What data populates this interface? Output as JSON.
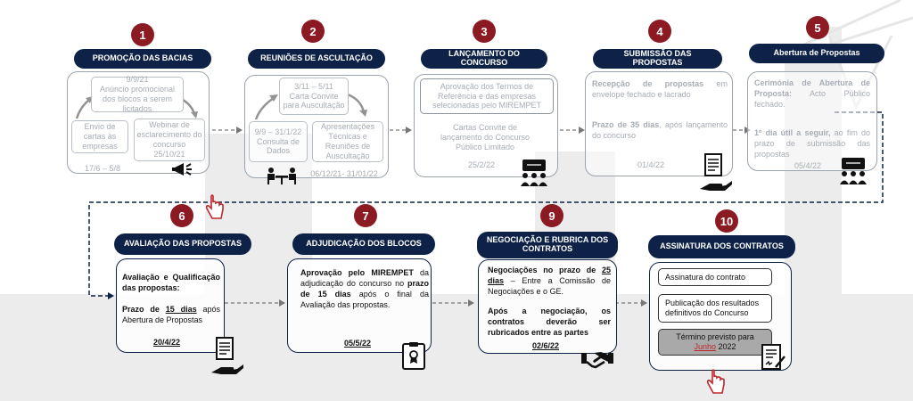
{
  "colors": {
    "navy": "#0e2248",
    "badge": "#8b1a22",
    "faded_text": "#a7adb5",
    "dark_text": "#111111",
    "grey_box": "#a9a9a9"
  },
  "steps": [
    {
      "num": "1",
      "title": "PROMOÇÃO DAS BACIAS",
      "box_top": "9/9/21\nAnúncio promocional dos blocos a serem licitados",
      "box_left": "Envio de cartas às empresas",
      "box_right": "Webinar de esclarecimento do concurso 25/10/21",
      "date": "17/6 – 5/8",
      "icon": "megaphone-icon"
    },
    {
      "num": "2",
      "title": "REUNIÕES DE ASCULTAÇÃO",
      "box_top": "3/11 – 5/11\nCarta Convite para Auscultação",
      "box_left": "9/9 – 31/1/22\nConsulta de Dados",
      "box_right": "Apresentações Técnicas e Reuniões de Auscultação",
      "date": "06/12/21- 31/01/22",
      "icon": "meeting-table-icon"
    },
    {
      "num": "3",
      "title": "LANÇAMENTO DO CONCURSO",
      "box": "Aprovação dos Termos de Referência e das empresas selecionadas pelo MIREMPET",
      "text": "Cartas Convite de lançamento do Concurso Público Limitado",
      "date": "25/2/22",
      "icon": "presentation-audience-icon"
    },
    {
      "num": "4",
      "title": "SUBMISSÃO DAS PROPOSTAS",
      "p1_bold": "Recepção de propostas",
      "p1_rest": " em envelope fechado e lacrado",
      "p2_bold": "Prazo de 35 dias",
      "p2_rest": ", após lançamento do concurso",
      "date": "01/4/22",
      "icon": "hand-document-icon"
    },
    {
      "num": "5",
      "title": "Abertura de Propostas",
      "p1_bold": "Cerimónia de Abertura de Proposta:",
      "p1_rest": " Acto Público fechado.",
      "p2_bold": "1º dia útil a seguir,",
      "p2_rest": " ao fim do prazo de submissão das propostas",
      "date": "05/4/22",
      "icon": "presentation-audience-icon"
    },
    {
      "num": "6",
      "title": "AVALIAÇÃO DAS PROPOSTAS",
      "p1": "Avaliação e Qualificação das propostas:",
      "p2_pre": "Prazo de ",
      "p2_u": "15 dias",
      "p2_post": " após Abertura de Propostas",
      "date": "20/4/22",
      "icon": "hand-document-icon"
    },
    {
      "num": "7",
      "title": "ADJUDICAÇÃO DOS BLOCOS",
      "p1_bold": "Aprovação pelo MIREMPET",
      "p1_mid": " da adjudicação do concurso no ",
      "p1_bold2": "prazo de 15 dias",
      "p1_rest": " após o final da Avaliação das propostas.",
      "date": "05/5/22",
      "icon": "certificate-icon"
    },
    {
      "num": "9",
      "title": "NEGOCIAÇÃO E RUBRICA DOS CONTRATOS",
      "p1_bold": "Negociações no prazo de ",
      "p1_u": "25 dias",
      "p1_rest": " – Entre a Comissão de Negociações e o GE.",
      "p2_bold": "Após a negociação, os contratos deverão ser rubricados entre as partes",
      "date": "02/6/22",
      "icon": "handshake-icon"
    },
    {
      "num": "10",
      "title": "ASSINATURA DOS CONTRATOS",
      "box1": "Assinatura do contrato",
      "box2": "Publicação dos resultados definitivos do Concurso",
      "box3_pre": "Término previsto para ",
      "box3_red": "Junho",
      "box3_post": " 2022",
      "icon": "signed-document-icon"
    }
  ]
}
